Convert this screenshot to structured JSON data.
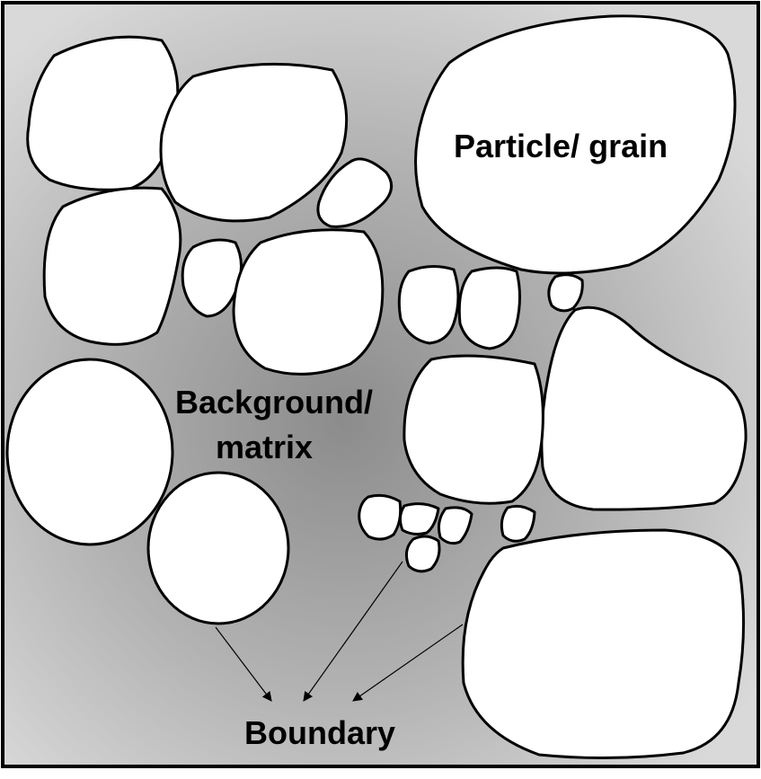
{
  "labels": {
    "particle": "Particle/ grain",
    "background_line1": "Background/",
    "background_line2": "matrix",
    "boundary": "Boundary"
  },
  "colors": {
    "matrix_center": "#8c8c8c",
    "matrix_edge": "#d4d4d4",
    "grain_fill": "#ffffff",
    "outline": "#000000"
  }
}
